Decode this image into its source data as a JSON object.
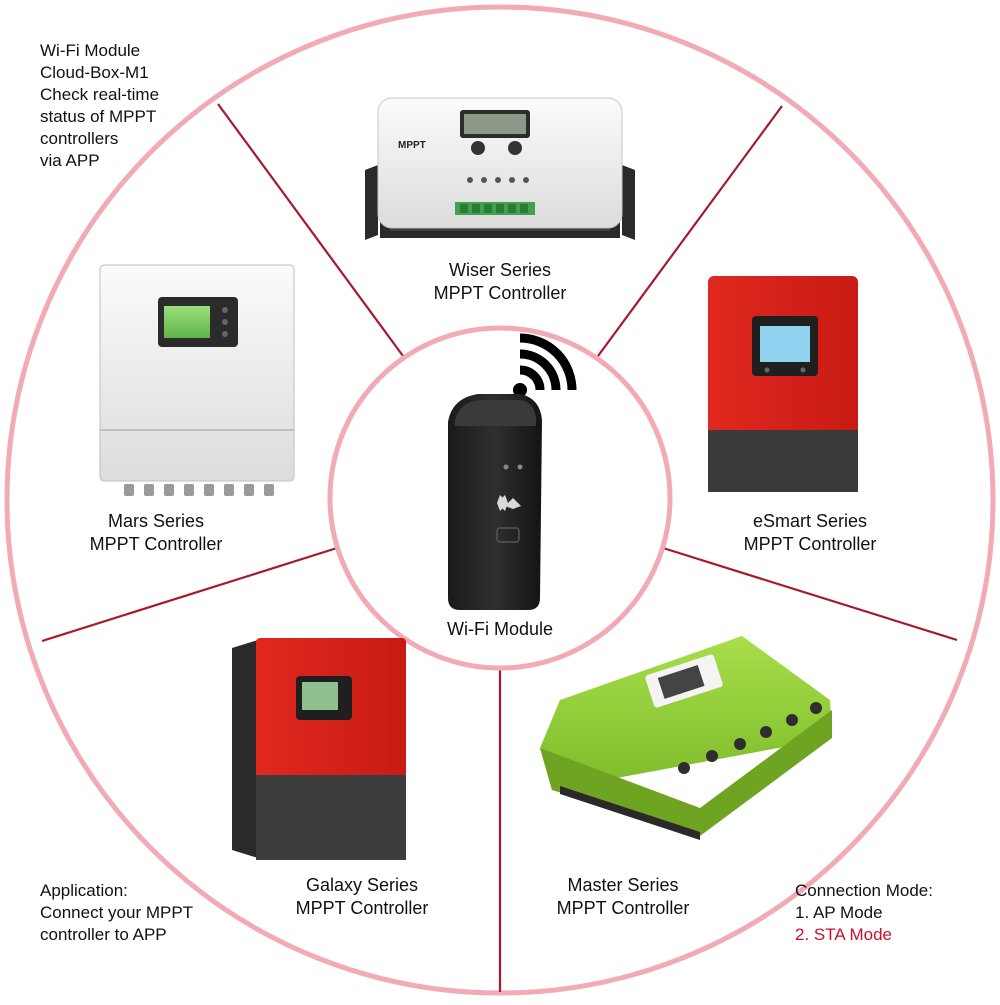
{
  "colors": {
    "outer_ring": "#f2aab4",
    "divider": "#a6192e",
    "accent_text": "#c8102e"
  },
  "center": {
    "label": "Wi-Fi Module"
  },
  "products": [
    {
      "id": "wiser",
      "line1": "Wiser Series",
      "line2": "MPPT Controller",
      "color": "white"
    },
    {
      "id": "mars",
      "line1": "Mars Series",
      "line2": "MPPT Controller",
      "color": "white"
    },
    {
      "id": "esmart",
      "line1": "eSmart Series",
      "line2": "MPPT Controller",
      "color": "red"
    },
    {
      "id": "galaxy",
      "line1": "Galaxy Series",
      "line2": "MPPT Controller",
      "color": "red"
    },
    {
      "id": "master",
      "line1": "Master Series",
      "line2": "MPPT Controller",
      "color": "green"
    }
  ],
  "notes": {
    "wifi": [
      "Wi-Fi Module",
      "Cloud-Box-M1",
      "Check real-time",
      "status of MPPT",
      "controllers",
      "via APP"
    ],
    "application": [
      "Application:",
      "Connect your MPPT",
      "controller to APP"
    ],
    "connection": {
      "title": "Connection Mode:",
      "mode1": "1. AP Mode",
      "mode2": "2. STA Mode"
    }
  }
}
